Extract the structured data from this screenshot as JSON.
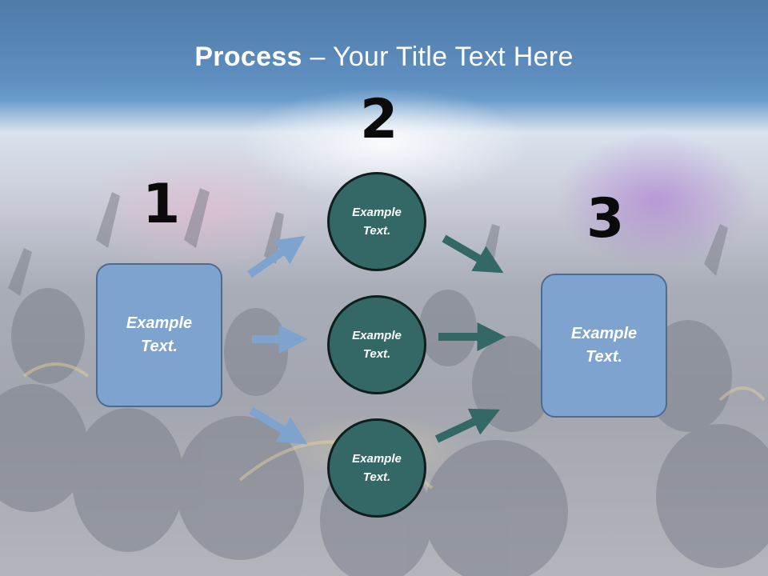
{
  "title": {
    "bold": "Process",
    "rest": " – Your Title Text Here"
  },
  "steps": [
    {
      "number": "1",
      "text_line1": "Example",
      "text_line2": "Text."
    },
    {
      "number": "2",
      "circles": [
        {
          "text_line1": "Example",
          "text_line2": "Text."
        },
        {
          "text_line1": "Example",
          "text_line2": "Text."
        },
        {
          "text_line1": "Example",
          "text_line2": "Text."
        }
      ]
    },
    {
      "number": "3",
      "text_line1": "Example",
      "text_line2": "Text."
    }
  ],
  "colors": {
    "box_fill": "#7ea3cf",
    "circle_fill": "#336866",
    "left_arrow": "#7ea3cf",
    "right_arrow": "#336866",
    "title_band": "#5b8cbf"
  }
}
